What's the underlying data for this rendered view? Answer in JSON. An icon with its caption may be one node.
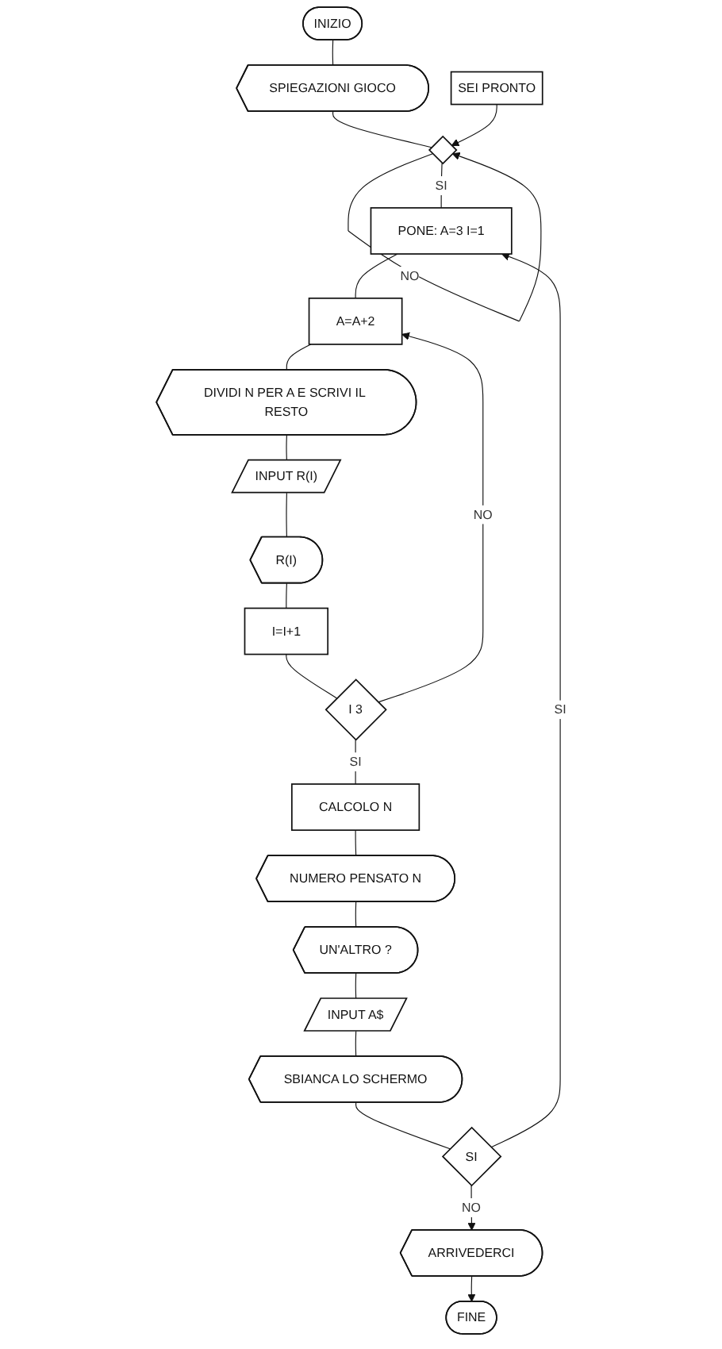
{
  "diagram": {
    "nodes": [
      {
        "text": [
          "INIZIO"
        ]
      },
      {
        "text": [
          "SPIEGAZIONI GIOCO"
        ]
      },
      {
        "text": [],
        "shape": "diamond"
      },
      {
        "text": [
          "SEI PRONTO"
        ]
      },
      {
        "text": [
          "PONE: A=3 I=1"
        ]
      },
      {
        "text": [
          "A=A+2"
        ]
      },
      {
        "text": [
          "DIVIDI N PER A E SCRIVI IL RESTO"
        ]
      },
      {
        "text": [
          "INPUT R(I)"
        ]
      },
      {
        "text": [
          "R(I)"
        ]
      },
      {
        "text": [
          "I=I+1"
        ]
      },
      {
        "text": [
          "I 3"
        ]
      },
      {
        "text": [
          "CALCOLO N"
        ]
      },
      {
        "text": [
          "NUMERO PENSATO N"
        ]
      },
      {
        "text": [
          "UN'ALTRO ?"
        ]
      },
      {
        "text": [
          "INPUT A$"
        ]
      },
      {
        "text": [
          "SBIANCA LO SCHERMO"
        ]
      },
      {
        "text": [
          "SI"
        ]
      },
      {
        "text": [
          "ARRIVEDERCI"
        ]
      },
      {
        "text": [
          "FINE"
        ]
      }
    ],
    "edges": [
      {
        "from": 0,
        "to": 1,
        "arrow": "none"
      },
      {
        "from": 1,
        "to": 2,
        "arrow": "none"
      },
      {
        "from": 2,
        "to": 2,
        "label": "NO",
        "arrow": "to"
      },
      {
        "from": 3,
        "to": 2,
        "arrow": "to"
      },
      {
        "from": 2,
        "to": 4,
        "label": "SI",
        "arrow": "none"
      },
      {
        "from": 4,
        "to": 5,
        "arrow": "none"
      },
      {
        "from": 5,
        "to": 6,
        "arrow": "none"
      },
      {
        "from": 6,
        "to": 7,
        "arrow": "none"
      },
      {
        "from": 7,
        "to": 8,
        "arrow": "none"
      },
      {
        "from": 8,
        "to": 9,
        "arrow": "none"
      },
      {
        "from": 9,
        "to": 10,
        "arrow": "none"
      },
      {
        "from": 10,
        "to": 5,
        "label": "NO",
        "arrow": "to"
      },
      {
        "from": 10,
        "to": 11,
        "label": "SI",
        "arrow": "none"
      },
      {
        "from": 11,
        "to": 12,
        "arrow": "none"
      },
      {
        "from": 12,
        "to": 13,
        "arrow": "none"
      },
      {
        "from": 13,
        "to": 14,
        "arrow": "none"
      },
      {
        "from": 14,
        "to": 15,
        "arrow": "none"
      },
      {
        "from": 15,
        "to": 16,
        "arrow": "none"
      },
      {
        "from": 16,
        "to": 4,
        "label": "SI",
        "arrow": "to"
      },
      {
        "from": 16,
        "to": 17,
        "label": "NO",
        "arrow": "to"
      },
      {
        "from": 17,
        "to": 18,
        "arrow": "to"
      }
    ]
  }
}
